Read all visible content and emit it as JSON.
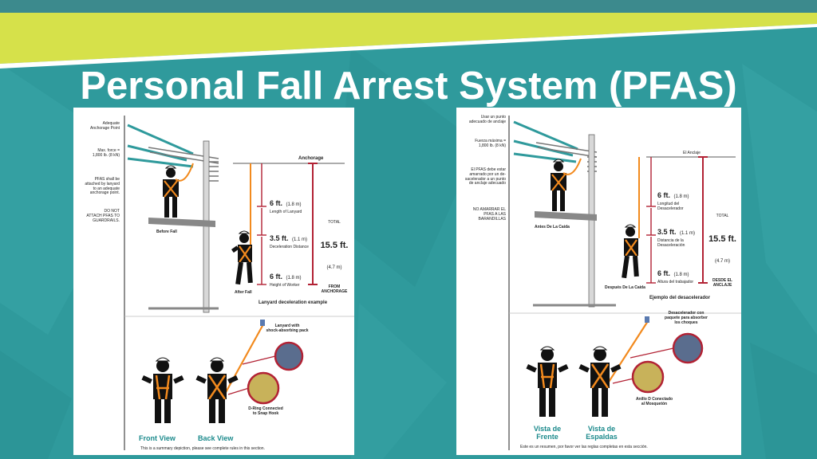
{
  "title": "Personal Fall Arrest System (PFAS)",
  "colors": {
    "background": "#2f9a9c",
    "band_dark": "#3c8a8d",
    "band_lime": "#d6e14a",
    "accent_red": "#b22234",
    "harness_orange": "#f28a1e"
  },
  "en": {
    "adequate_anchorage": "Adequate\nAnchorage Point",
    "max_force": "Max. force =\n1,800 lb. (8 kN)",
    "attach_note": "PFAS shall be\nattached by lanyard\nto an adequate\nanchorage point.",
    "do_not": "DO NOT\nATTACH PFAS TO\nGUARDRAILS.",
    "anchorage": "Anchorage",
    "seg1_value": "6 ft.",
    "seg1_metric": "(1.8 m)",
    "seg1_label": "Length of Lanyard",
    "seg2_value": "3.5 ft.",
    "seg2_metric": "(1.1 m)",
    "seg2_label": "Deceleration Distance",
    "seg3_value": "6 ft.",
    "seg3_metric": "(1.8 m)",
    "seg3_label": "Height of Worker",
    "total_label": "TOTAL",
    "total_value": "15.5 ft.",
    "total_metric": "(4.7 m)",
    "total_from": "FROM\nANCHORAGE",
    "before_fall": "Before Fall",
    "after_fall": "After Fall",
    "example": "Lanyard deceleration example",
    "shock_pack": "Lanyard with\nshock-absorbing pack",
    "dring": "D-Ring Connected\nto Snap Hook",
    "front_view": "Front View",
    "back_view": "Back View",
    "footer": "This is a summary depiction, please see complete rules in this section."
  },
  "es": {
    "adequate_anchorage": "Usar un punto\nadecuado de anclaje",
    "max_force": "Fuerza máxima =\n1,800 lb. (8 kN)",
    "attach_note": "El PFAS debe estar\namarrado por un de-\nsacelerador a un punto\nde anclaje adecuado",
    "do_not": "NO AMARRAR EL\nPFAS A LAS\nBARANDILLAS",
    "anchorage": "El Anclaje",
    "seg1_value": "6 ft.",
    "seg1_metric": "(1.8 m)",
    "seg1_label": "Longitud del\nDesacelerador",
    "seg2_value": "3.5 ft.",
    "seg2_metric": "(1.1 m)",
    "seg2_label": "Distancia de la\nDesaceleración",
    "seg3_value": "6 ft.",
    "seg3_metric": "(1.8 m)",
    "seg3_label": "Altura del trabajador",
    "total_label": "TOTAL",
    "total_value": "15.5 ft.",
    "total_metric": "(4.7 m)",
    "total_from": "DESDE EL\nANCLAJE",
    "before_fall": "Antes De La Caída",
    "after_fall": "Después De La Caída",
    "example": "Ejemplo del desacelerador",
    "shock_pack": "Desacelerador con\npaquete para absorber\nlos choques",
    "dring": "Anillo D Conectado\nal Mosquetón",
    "front_view": "Vista de\nFrente",
    "back_view": "Vista de\nEspaldas",
    "footer": "Este es un resumen, por favor ver las reglas completas en esta sección."
  }
}
